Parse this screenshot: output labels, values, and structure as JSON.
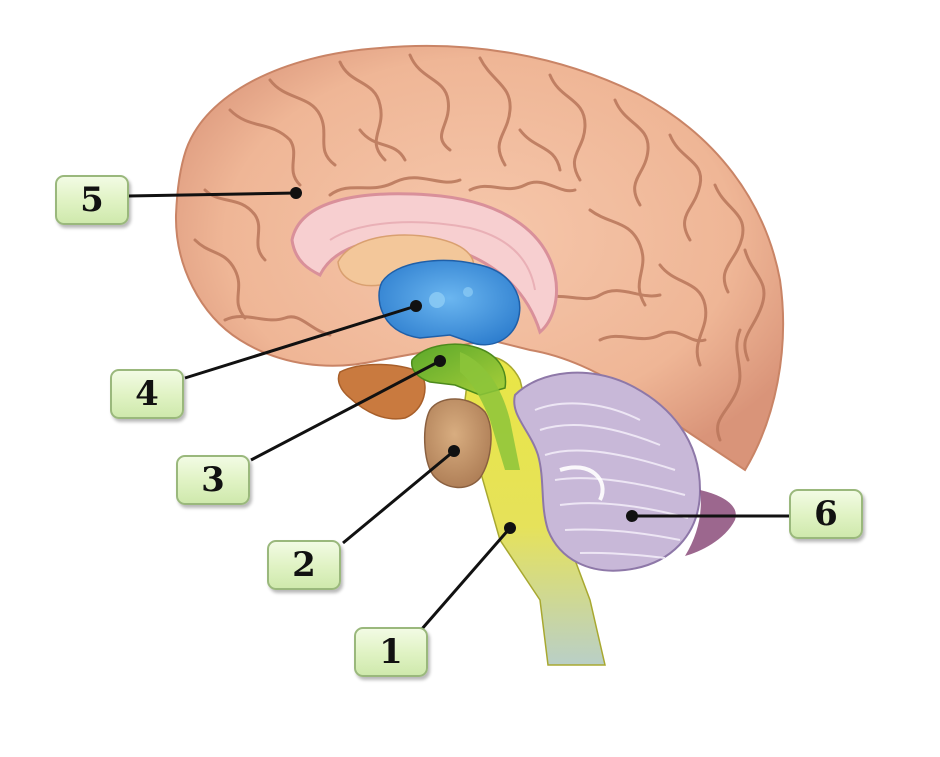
{
  "labels": [
    {
      "id": "label-1",
      "text": "1",
      "part": "spinal-cord-brainstem"
    },
    {
      "id": "label-2",
      "text": "2",
      "part": "pons"
    },
    {
      "id": "label-3",
      "text": "3",
      "part": "midbrain"
    },
    {
      "id": "label-4",
      "text": "4",
      "part": "thalamus"
    },
    {
      "id": "label-5",
      "text": "5",
      "part": "cerebrum"
    },
    {
      "id": "label-6",
      "text": "6",
      "part": "cerebellum"
    }
  ],
  "colors": {
    "cerebrum": "#f0b99a",
    "sulci": "#b8765a",
    "corpus_callosum": "#f7cfd0",
    "thalamus": "#3a8fd8",
    "midbrain": "#7ab82e",
    "brainstem": "#e8e34a",
    "pons": "#c99a6e",
    "cerebellum": "#c8b8d8",
    "label_fill": "#dff2c2",
    "label_border": "#9ab87c"
  }
}
